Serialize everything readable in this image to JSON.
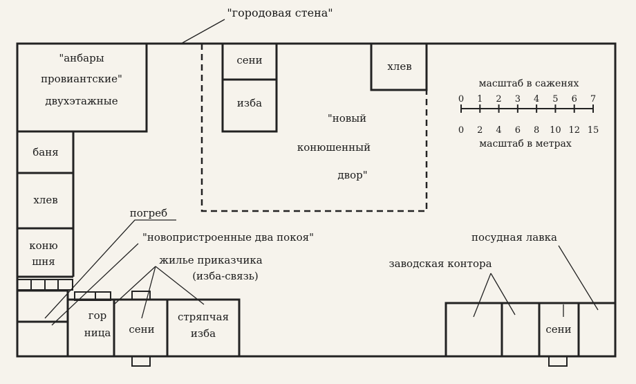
{
  "labels": {
    "city_wall": "\"городовая стена\"",
    "granary": [
      "\"анбары",
      "провиантские\"",
      "двухэтажные"
    ],
    "bath": "баня",
    "barn_left": "хлев",
    "stable": [
      "коню",
      "шня"
    ],
    "cellar": "погреб",
    "two_rooms": "\"новопристроенные два покоя\"",
    "clerk_house": [
      "жилье приказчика",
      "(изба-связь)"
    ],
    "upper_room": [
      "гор",
      "ница"
    ],
    "hall": "сени",
    "kitchen": [
      "стряпчая",
      "изба"
    ],
    "factory_office": "заводская контора",
    "crockery_shop": "посудная лавка",
    "hall_right": "сени",
    "hall_top": "сени",
    "izba": "изба",
    "new_yard": [
      "\"новый",
      "конюшенный",
      "двор\""
    ],
    "barn_top": "хлев"
  },
  "scale": {
    "sazhen_title": "масштаб в саженях",
    "meter_title": "масштаб в метрах",
    "sazhen_ticks": [
      "0",
      "1",
      "2",
      "3",
      "4",
      "5",
      "6",
      "7"
    ],
    "meter_ticks": [
      "0",
      "2",
      "4",
      "6",
      "8",
      "10",
      "12",
      "15"
    ]
  }
}
